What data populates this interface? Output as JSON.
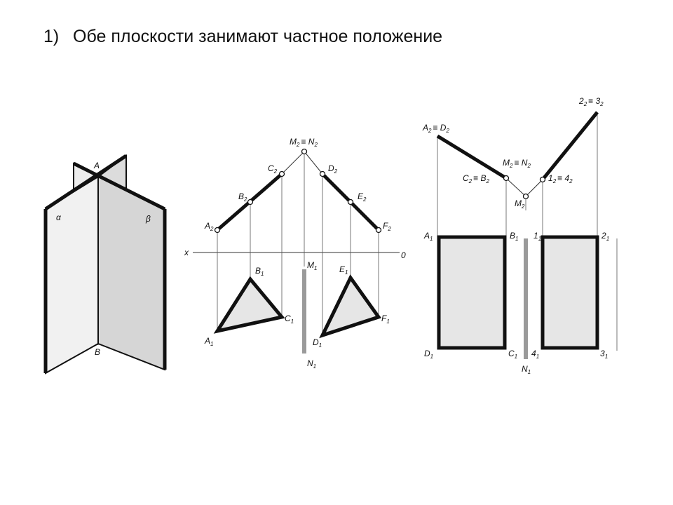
{
  "slide": {
    "number": "1)",
    "title": "Обе плоскости занимают частное положение"
  },
  "fig1": {
    "alpha": "α",
    "beta": "β",
    "A": "A",
    "B": "B"
  },
  "fig2": {
    "x": "x",
    "o": "0",
    "M2N2": "M",
    "M2N2b": "≡ N",
    "A2": "A",
    "B2": "B",
    "C2": "C",
    "D2": "D",
    "E2": "E",
    "F2": "F",
    "A1": "A",
    "B1": "B",
    "C1": "C",
    "D1": "D",
    "E1": "E",
    "F1": "F",
    "M1": "M",
    "N1": "N",
    "sub2": "2",
    "sub1": "1"
  },
  "fig3": {
    "A2D2": "A",
    "A2D2b": "≡ D",
    "C2B2": "C",
    "C2B2b": "≡ B",
    "M2N2": "M",
    "M2N2b": "≡ N",
    "M2": "M",
    "t12": "1",
    "t12b": "≡ 4",
    "t23": "2",
    "t23b": "≡ 3",
    "A1": "A",
    "B1": "B",
    "C1": "C",
    "D1": "D",
    "p11": "1",
    "p21": "2",
    "p31": "3",
    "p41": "4",
    "N1": "N",
    "sub2": "2",
    "sub1": "1"
  }
}
